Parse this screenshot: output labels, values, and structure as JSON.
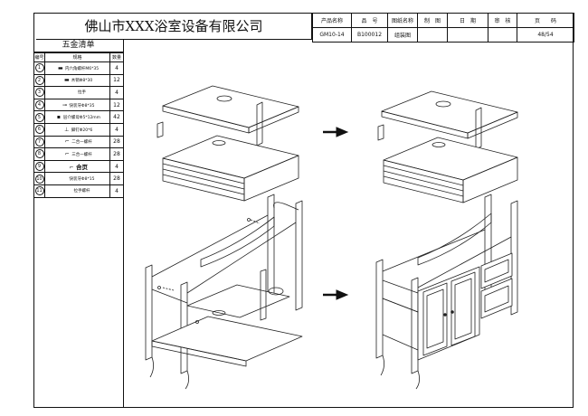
{
  "company_title": "佛山市XXX浴室设备有限公司",
  "info": {
    "labels": [
      "产品名称",
      "品　号",
      "图纸名称",
      "制　图",
      "日　期",
      "审　核",
      "页　　码"
    ],
    "values": [
      "GM10-14",
      "B100012",
      "组装图",
      "",
      "",
      "",
      "48/54"
    ]
  },
  "hardware": {
    "title": "五金清单",
    "headers": [
      "编号",
      "规格",
      "数量"
    ],
    "rows": [
      {
        "no": "1",
        "glyph": "▬",
        "spec": "内六角螺杆M6*35",
        "qty": "4"
      },
      {
        "no": "2",
        "glyph": "▬",
        "spec": "木销Φ8*30",
        "qty": "12"
      },
      {
        "no": "3",
        "glyph": "",
        "spec": "拉手",
        "qty": "4"
      },
      {
        "no": "4",
        "glyph": "⊸",
        "spec": "快装牙Φ8*35",
        "qty": "12"
      },
      {
        "no": "5",
        "glyph": "▪",
        "spec": "层介螺母Φ5*12mm",
        "qty": "42"
      },
      {
        "no": "6",
        "glyph": "⊥",
        "spec": "脚钉Φ20*6",
        "qty": "4"
      },
      {
        "no": "7",
        "glyph": "⌐",
        "spec": "二合一螺杆",
        "qty": "28"
      },
      {
        "no": "8",
        "glyph": "⌐",
        "spec": "三合一螺杆",
        "qty": "28"
      },
      {
        "no": "9",
        "glyph": "⌐",
        "spec": "合页",
        "qty": "4",
        "big": true
      },
      {
        "no": "10",
        "glyph": "",
        "spec": "快装牙Φ8*15",
        "qty": "28"
      },
      {
        "no": "11",
        "glyph": "",
        "spec": "拉手螺杆",
        "qty": "4"
      }
    ]
  }
}
